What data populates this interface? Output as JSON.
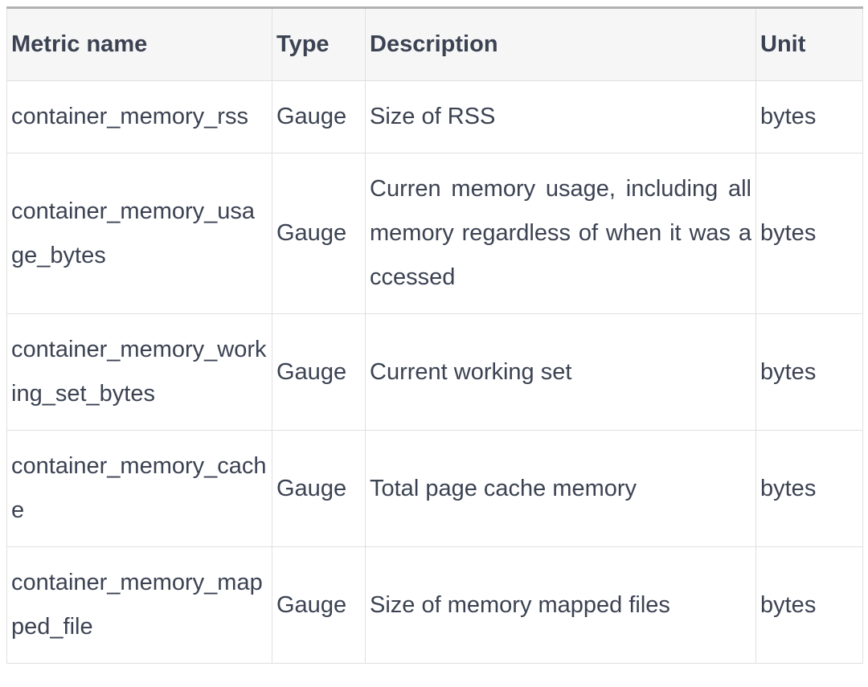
{
  "colors": {
    "text": "#3b4252",
    "border": "#e0e0e0",
    "top_border": "#b2b2b2",
    "header_bg": "#f6f6f6",
    "page_bg": "#ffffff"
  },
  "table": {
    "columns": [
      {
        "label": "Metric name"
      },
      {
        "label": "Type"
      },
      {
        "label": "Description"
      },
      {
        "label": "Unit"
      }
    ],
    "rows": [
      {
        "metric": "container_memory_rss",
        "type": "Gauge",
        "description": "Size of RSS",
        "unit": "bytes"
      },
      {
        "metric": "container_memory_usage_bytes",
        "type": "Gauge",
        "description": "Curren memory usage, including all memory regardless of when it was accessed",
        "unit": "bytes"
      },
      {
        "metric": "container_memory_working_set_bytes",
        "type": "Gauge",
        "description": "Current working set",
        "unit": "bytes"
      },
      {
        "metric": "container_memory_cache",
        "type": "Gauge",
        "description": "Total page cache memory",
        "unit": "bytes"
      },
      {
        "metric": "container_memory_mapped_file",
        "type": "Gauge",
        "description": "Size of memory mapped files",
        "unit": "bytes"
      }
    ]
  }
}
